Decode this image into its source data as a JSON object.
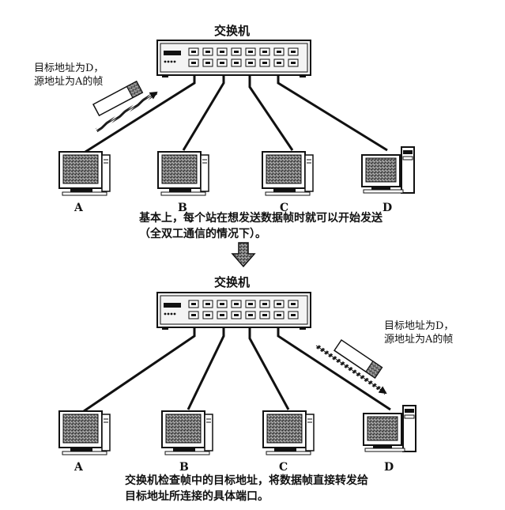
{
  "top": {
    "switch_label": "交换机",
    "frame": {
      "dest": "目标地址为D，",
      "src": "源地址为A的帧"
    },
    "pcs": [
      "A",
      "B",
      "C",
      "D"
    ],
    "caption": [
      "基本上，每个站在想发送数据帧时就可以开始发送",
      "（全双工通信的情况下）。"
    ]
  },
  "bottom": {
    "switch_label": "交换机",
    "frame": {
      "dest": "目标地址为D，",
      "src": "源地址为A的帧"
    },
    "pcs": [
      "A",
      "B",
      "C",
      "D"
    ],
    "caption": [
      "交换机检查帧中的目标地址，将数据帧直接转发给",
      "目标地址所连接的具体端口。"
    ]
  }
}
